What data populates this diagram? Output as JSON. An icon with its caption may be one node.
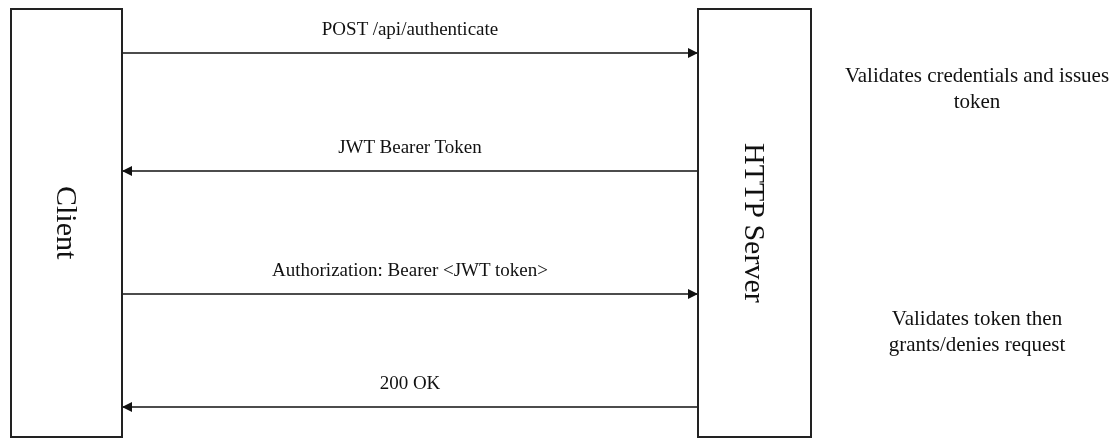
{
  "diagram": {
    "nodes": [
      {
        "text": [
          "Client"
        ]
      },
      {
        "text": [
          "HTTP Server"
        ]
      }
    ],
    "edges": [
      {
        "from": 0,
        "to": 1,
        "arrow": "to",
        "label": "POST /api/authenticate"
      },
      {
        "from": 1,
        "to": 0,
        "arrow": "to",
        "label": "JWT Bearer Token"
      },
      {
        "from": 0,
        "to": 1,
        "arrow": "to",
        "label": "Authorization: Bearer <JWT token>"
      },
      {
        "from": 1,
        "to": 0,
        "arrow": "to",
        "label": "200 OK"
      }
    ],
    "labels": [
      "Validates credentials and issues token",
      "Validates token then grants/denies request"
    ]
  }
}
